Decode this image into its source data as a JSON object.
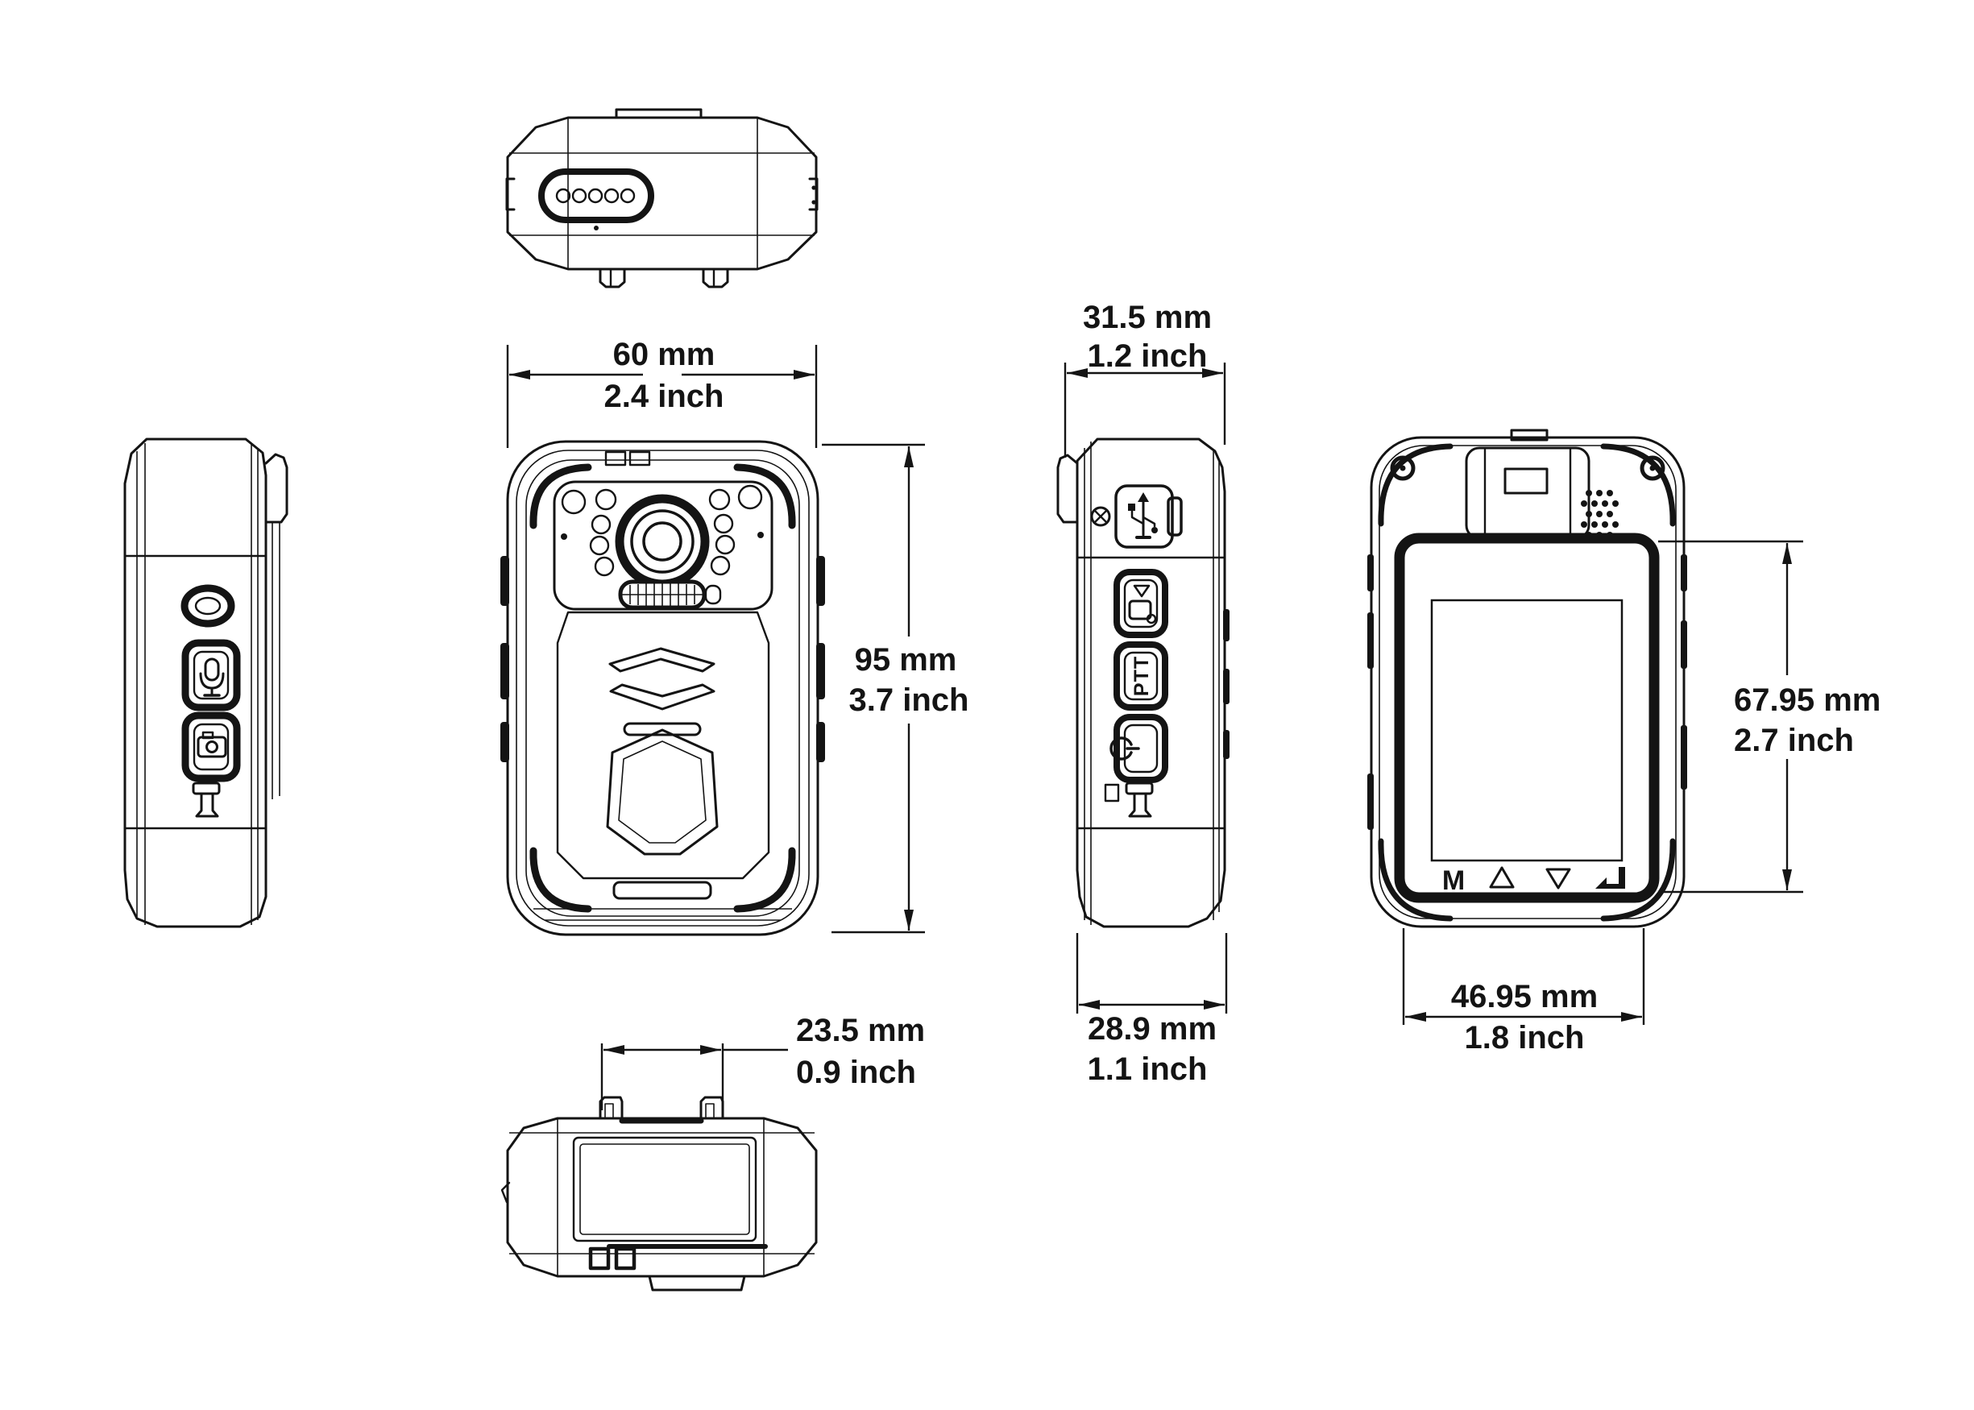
{
  "colors": {
    "background": "#ffffff",
    "line": "#141414"
  },
  "dimensions": {
    "front_width": {
      "mm": "60 mm",
      "inch": "2.4 inch"
    },
    "front_height": {
      "mm": "95 mm",
      "inch": "3.7 inch"
    },
    "side_top_width": {
      "mm": "31.5 mm",
      "inch": "1.2 inch"
    },
    "side_bottom_width": {
      "mm": "28.9 mm",
      "inch": "1.1 inch"
    },
    "screen_height": {
      "mm": "67.95 mm",
      "inch": "2.7 inch"
    },
    "screen_width": {
      "mm": "46.95 mm",
      "inch": "1.8 inch"
    },
    "bottom_mount_width": {
      "mm": "23.5 mm",
      "inch": "0.9 inch"
    }
  },
  "device_labels": {
    "ptt_button": "PTT",
    "menu_button": "M"
  },
  "icons": {
    "left_side_buttons": [
      "microphone-icon",
      "photo-camera-icon"
    ],
    "right_side_port": "usb-icon",
    "right_side_buttons": [
      "video-record-icon",
      "ptt-label",
      "power-icon"
    ],
    "back_nav_row": [
      "menu-m-label",
      "up-triangle-icon",
      "down-triangle-icon",
      "enter-icon"
    ],
    "top_connector": "pogo-pins-icon"
  }
}
